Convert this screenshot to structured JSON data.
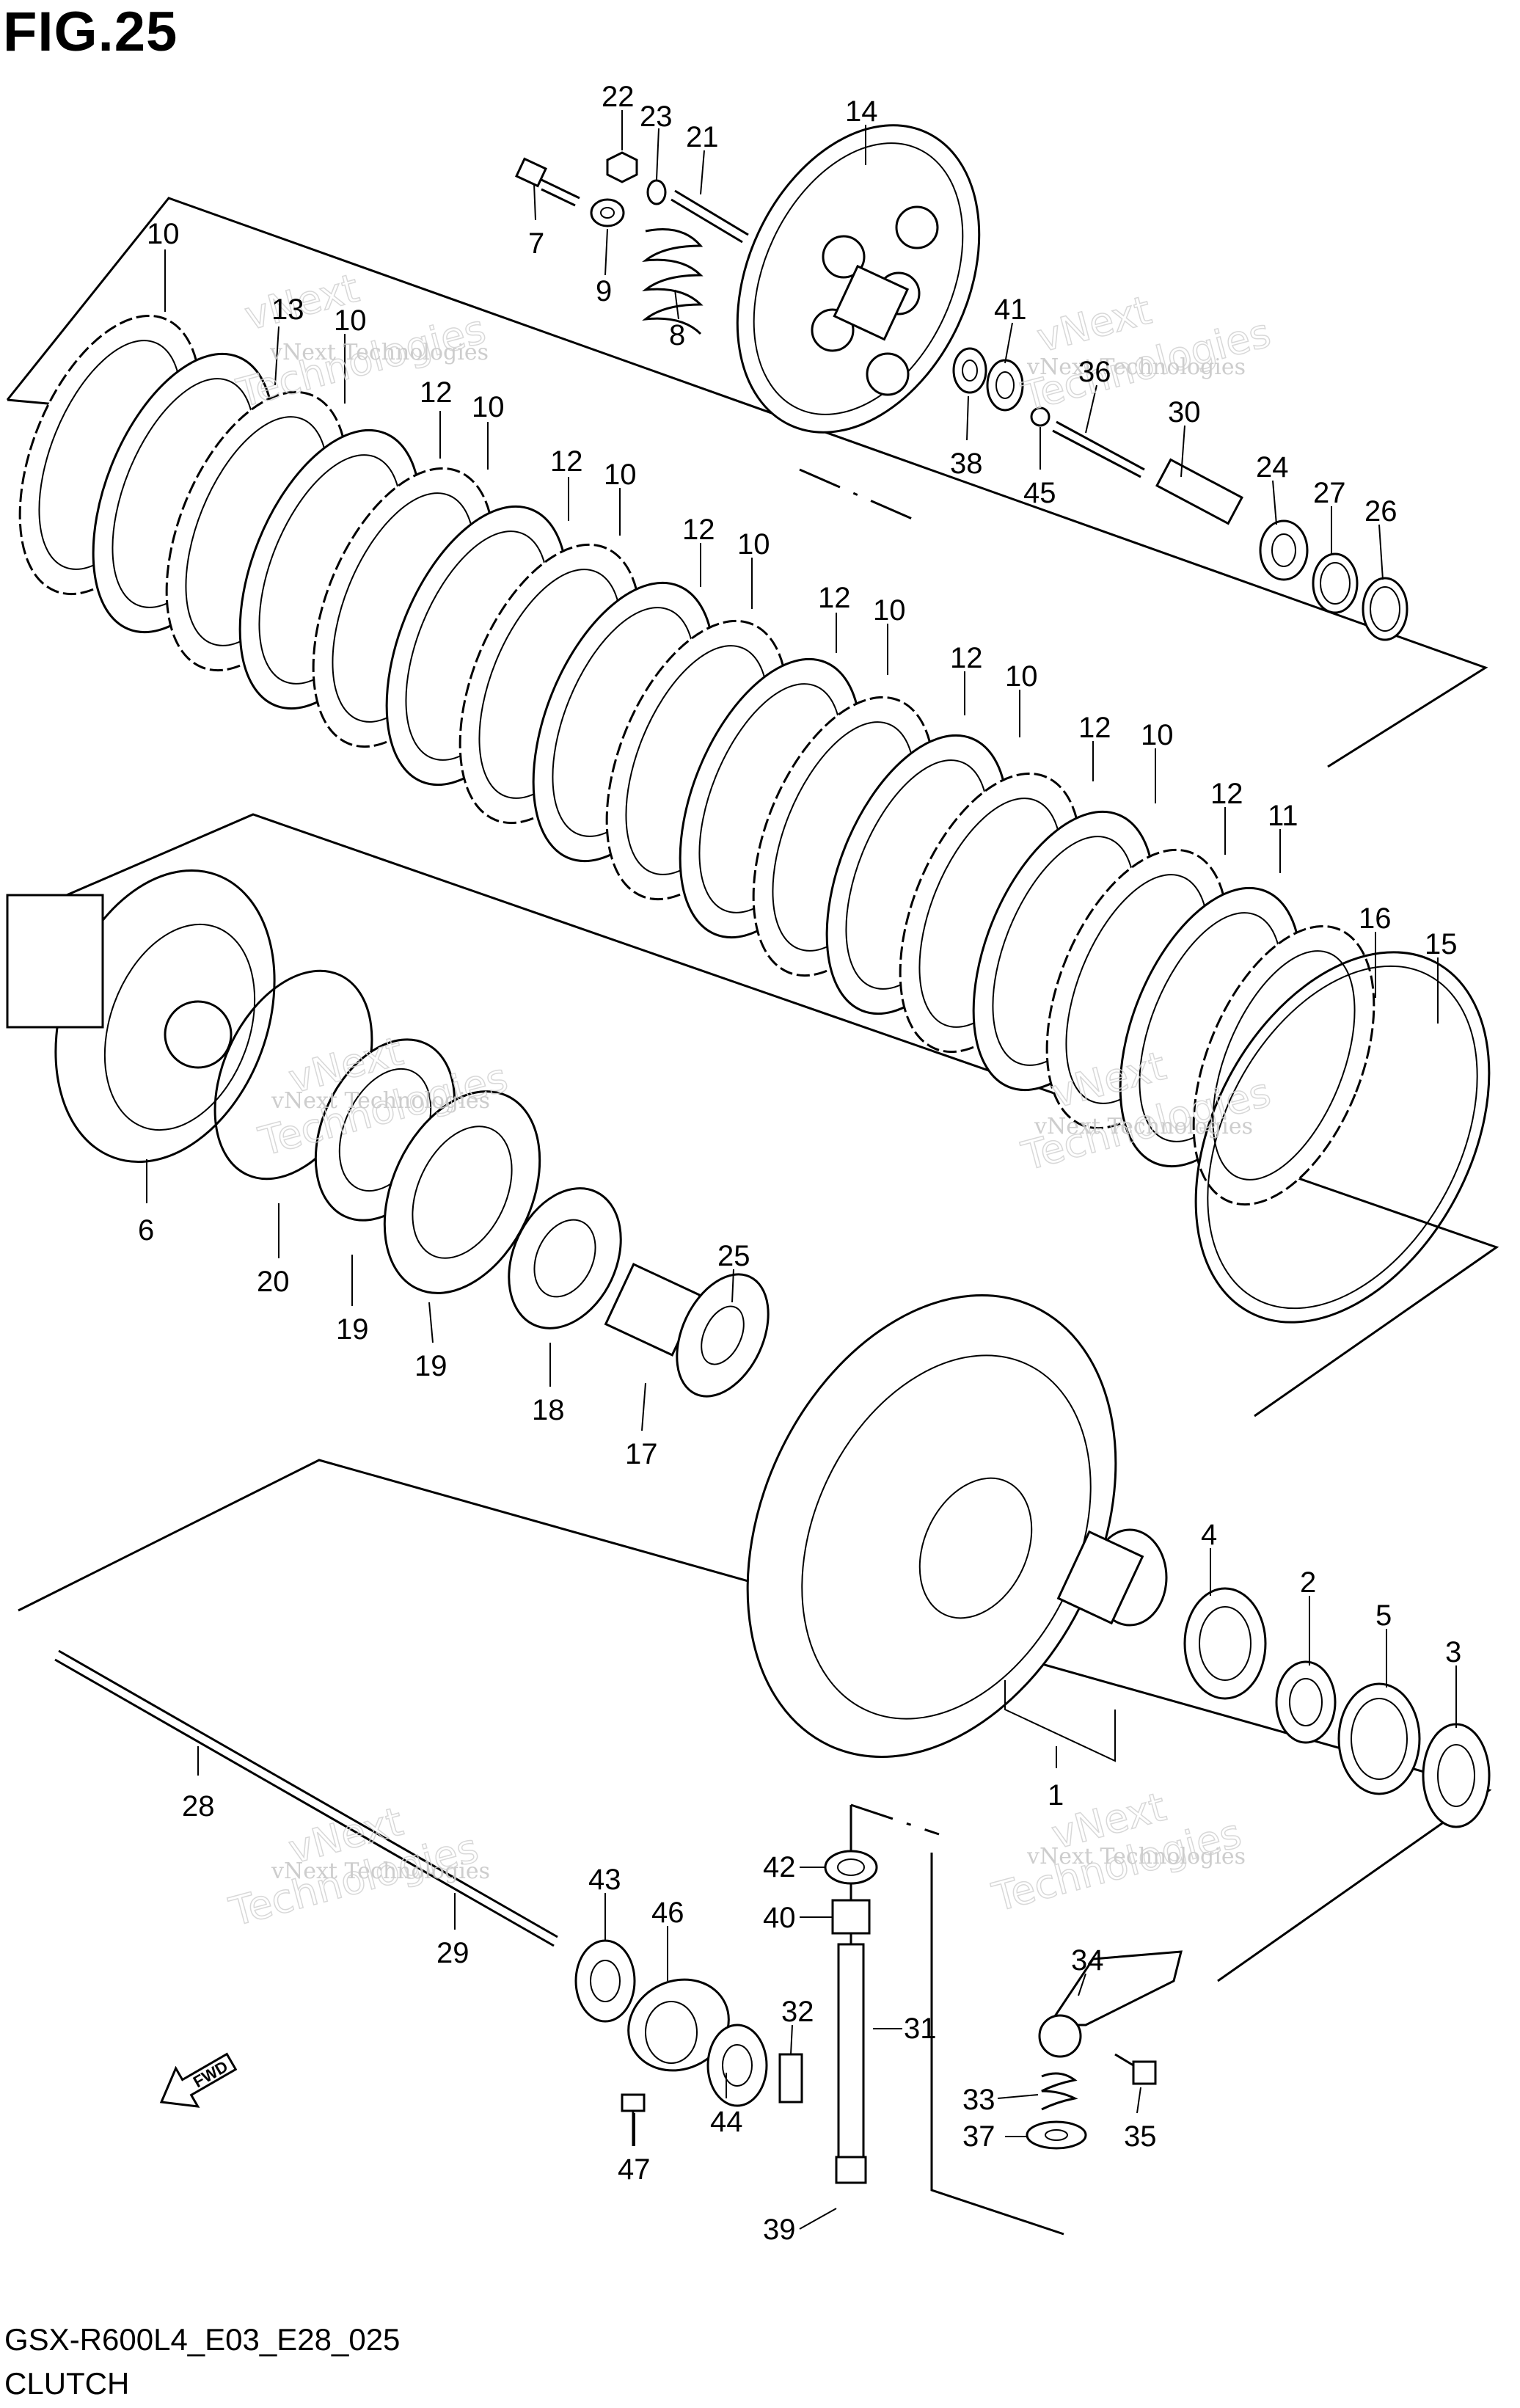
{
  "figure": {
    "title": "FIG.25",
    "code": "GSX-R600L4_E03_E28_025",
    "name": "CLUTCH"
  },
  "watermark": {
    "line1": "vNext Technologies",
    "line2": "Technologies",
    "line3": "vNext"
  },
  "arrow": {
    "label": "FWD"
  },
  "parts": [
    {
      "id": "p1",
      "number": "1"
    },
    {
      "id": "p2",
      "number": "2"
    },
    {
      "id": "p3",
      "number": "3"
    },
    {
      "id": "p4",
      "number": "4"
    },
    {
      "id": "p5",
      "number": "5"
    },
    {
      "id": "p6",
      "number": "6"
    },
    {
      "id": "p7",
      "number": "7"
    },
    {
      "id": "p8",
      "number": "8"
    },
    {
      "id": "p9",
      "number": "9"
    },
    {
      "id": "p10",
      "number": "10"
    },
    {
      "id": "p11",
      "number": "11"
    },
    {
      "id": "p12",
      "number": "12"
    },
    {
      "id": "p13",
      "number": "13"
    },
    {
      "id": "p14",
      "number": "14"
    },
    {
      "id": "p15",
      "number": "15"
    },
    {
      "id": "p16",
      "number": "16"
    },
    {
      "id": "p17",
      "number": "17"
    },
    {
      "id": "p18",
      "number": "18"
    },
    {
      "id": "p19",
      "number": "19"
    },
    {
      "id": "p20",
      "number": "20"
    },
    {
      "id": "p21",
      "number": "21"
    },
    {
      "id": "p22",
      "number": "22"
    },
    {
      "id": "p23",
      "number": "23"
    },
    {
      "id": "p24",
      "number": "24"
    },
    {
      "id": "p25",
      "number": "25"
    },
    {
      "id": "p26",
      "number": "26"
    },
    {
      "id": "p27",
      "number": "27"
    },
    {
      "id": "p28",
      "number": "28"
    },
    {
      "id": "p29",
      "number": "29"
    },
    {
      "id": "p30",
      "number": "30"
    },
    {
      "id": "p31",
      "number": "31"
    },
    {
      "id": "p32",
      "number": "32"
    },
    {
      "id": "p33",
      "number": "33"
    },
    {
      "id": "p34",
      "number": "34"
    },
    {
      "id": "p35",
      "number": "35"
    },
    {
      "id": "p36",
      "number": "36"
    },
    {
      "id": "p37",
      "number": "37"
    },
    {
      "id": "p38",
      "number": "38"
    },
    {
      "id": "p39",
      "number": "39"
    },
    {
      "id": "p40",
      "number": "40"
    },
    {
      "id": "p41",
      "number": "41"
    },
    {
      "id": "p42",
      "number": "42"
    },
    {
      "id": "p43",
      "number": "43"
    },
    {
      "id": "p44",
      "number": "44"
    },
    {
      "id": "p45",
      "number": "45"
    },
    {
      "id": "p46",
      "number": "46"
    },
    {
      "id": "p47",
      "number": "47"
    }
  ]
}
